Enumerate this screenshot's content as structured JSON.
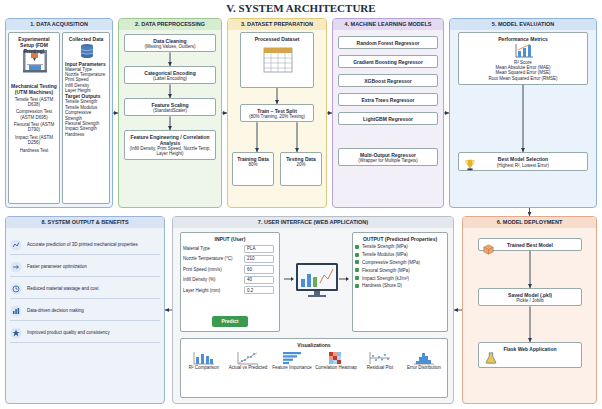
{
  "diagram": {
    "title": "V. SYSTEM ARCHITECTURE",
    "nodes": [
      {
        "text": [
          "1. DATA ACQUISITION"
        ]
      },
      {
        "text": [
          "Experimental Setup (FDM Printing)",
          "Mechanical Testing (UTM Machines)",
          "Tensile Test (ASTM D638)",
          "Compression Test (ASTM D695)",
          "Flexural Test (ASTM D790)",
          "Impact Test (ASTM D256)",
          "Hardness Test"
        ],
        "in": 0
      },
      {
        "text": [
          "Collected Data",
          "Input Parameters",
          "Material Type",
          "Nozzle Temperature",
          "Print Speed",
          "Infill Density",
          "Layer Height",
          "Target Outputs",
          "Tensile Strength",
          "Tensile Modulus",
          "Compressive Strength",
          "Flexural Strength",
          "Impact Strength",
          "Hardness"
        ],
        "in": 0
      },
      {
        "text": [
          "2. DATA PREPROCESSING"
        ]
      },
      {
        "text": [
          "Data Cleaning",
          "(Missing Values, Outliers)"
        ],
        "in": 3
      },
      {
        "text": [
          "Categorical Encoding",
          "(Label Encoding)"
        ],
        "in": 3
      },
      {
        "text": [
          "Feature Scaling",
          "(StandardScaler)"
        ],
        "in": 3
      },
      {
        "text": [
          "Feature Engineering / Correlation Analysis",
          "(Infill Density, Print Speed, Nozzle Temp, Layer Height)"
        ],
        "in": 3
      },
      {
        "text": [
          "3. DATASET PREPARATION"
        ]
      },
      {
        "text": [
          "Processed Dataset"
        ],
        "in": 8
      },
      {
        "text": [
          "Train – Test Split",
          "(80% Training, 20% Testing)"
        ],
        "in": 8
      },
      {
        "text": [
          "Training Data",
          "80%"
        ],
        "in": 8
      },
      {
        "text": [
          "Testing Data",
          "20%"
        ],
        "in": 8
      },
      {
        "text": [
          "4. MACHINE LEARNING MODELS"
        ]
      },
      {
        "text": [
          "Random Forest Regressor"
        ],
        "in": 13
      },
      {
        "text": [
          "Gradient Boosting Regressor"
        ],
        "in": 13
      },
      {
        "text": [
          "XGBoost Regressor"
        ],
        "in": 13
      },
      {
        "text": [
          "Extra Trees Regressor"
        ],
        "in": 13
      },
      {
        "text": [
          "LightGBM Regressor"
        ],
        "in": 13
      },
      {
        "text": [
          "Multi-Output Regressor",
          "(Wrapper for Multiple Targets)"
        ],
        "in": 13
      },
      {
        "text": [
          "5. MODEL EVALUATION"
        ]
      },
      {
        "text": [
          "Performance Metrics",
          "R² Score",
          "Mean Absolute Error (MAE)",
          "Mean Squared Error (MSE)",
          "Root Mean Squared Error (RMSE)"
        ],
        "in": 20
      },
      {
        "text": [
          "Best Model Selection",
          "(Highest R², Lowest Error)"
        ],
        "in": 20
      },
      {
        "text": [
          "6. MODEL DEPLOYMENT"
        ]
      },
      {
        "text": [
          "Trained Best Model"
        ],
        "in": 23
      },
      {
        "text": [
          "Saved Model (.pkl)",
          "Pickle / Joblib"
        ],
        "in": 23
      },
      {
        "text": [
          "Flask Web Application"
        ],
        "in": 23
      },
      {
        "text": [
          "7. USER INTERFACE (WEB APPLICATION)"
        ]
      },
      {
        "text": [
          "INPUT (User)",
          "Material Type",
          "PLA",
          "Nozzle Temperature (°C)",
          "210",
          "Print Speed (mm/s)",
          "60",
          "Infill Density (%)",
          "40",
          "Layer Height (mm)",
          "0.2"
        ],
        "in": 27
      },
      {
        "text": [
          "Predict"
        ],
        "in": 28
      },
      {
        "text": [
          "OUTPUT (Predicted Properties)",
          "Tensile Strength (MPa)",
          "Tensile Modulus (MPa)",
          "Compressive Strength (MPa)",
          "Flexural Strength (MPa)",
          "Impact Strength (kJ/m²)",
          "Hardness (Shore D)"
        ],
        "in": 27
      },
      {
        "text": [
          "Visualizations",
          "R² Comparison",
          "Actual vs Predicted",
          "Feature Importance",
          "Correlation Heatmap",
          "Residual Plot",
          "Error Distribution"
        ],
        "in": 27
      },
      {
        "text": [
          "8. SYSTEM OUTPUT & BENEFITS",
          "Accurate prediction of 3D printed mechanical properties",
          "Faster parameter optimization",
          "Reduced material wastage and cost",
          "Data-driven decision making",
          "Improved product quality and consistency"
        ]
      }
    ],
    "edges": [
      {
        "from": 0,
        "to": 3,
        "arrow": "to"
      },
      {
        "from": 3,
        "to": 8,
        "arrow": "to"
      },
      {
        "from": 8,
        "to": 13,
        "arrow": "to"
      },
      {
        "from": 13,
        "to": 20,
        "arrow": "to"
      },
      {
        "from": 20,
        "to": 23,
        "arrow": "to"
      },
      {
        "from": 23,
        "to": 27,
        "arrow": "to"
      },
      {
        "from": 27,
        "to": 32,
        "arrow": "to"
      },
      {
        "from": 4,
        "to": 5,
        "arrow": "to"
      },
      {
        "from": 5,
        "to": 6,
        "arrow": "to"
      },
      {
        "from": 6,
        "to": 7,
        "arrow": "to"
      },
      {
        "from": 9,
        "to": 10,
        "arrow": "to"
      },
      {
        "from": 10,
        "to": 11,
        "arrow": "to"
      },
      {
        "from": 10,
        "to": 12,
        "arrow": "to"
      },
      {
        "from": 21,
        "to": 22,
        "arrow": "to"
      },
      {
        "from": 24,
        "to": 25,
        "arrow": "to"
      },
      {
        "from": 25,
        "to": 26,
        "arrow": "to"
      }
    ]
  }
}
